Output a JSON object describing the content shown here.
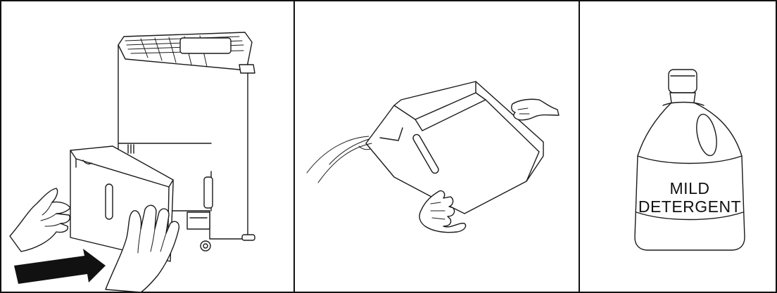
{
  "panels": [
    {
      "id": "remove-tank",
      "icon": "dehumidifier-tank-removal-illustration"
    },
    {
      "id": "empty-tank",
      "icon": "tank-pouring-water-illustration"
    },
    {
      "id": "clean-tank",
      "icon": "detergent-bottle-illustration"
    }
  ],
  "bottle_label": {
    "line1": "MILD",
    "line2": "DETERGENT"
  },
  "colors": {
    "line": "#1a1a1a",
    "background": "#ffffff",
    "arrow": "#111111"
  }
}
